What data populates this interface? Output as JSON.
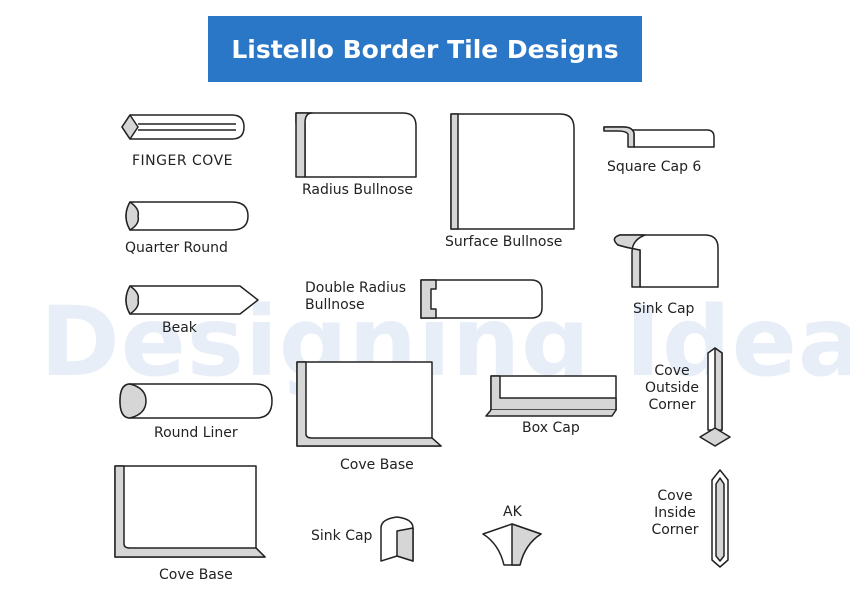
{
  "watermark": "Designing Idea",
  "title": "Listello Border Tile Designs",
  "colors": {
    "banner": "#2a77c8",
    "tile_fill": "#ffffff",
    "edge_fill": "#d6d6d6",
    "stroke": "#222222"
  },
  "labels": {
    "finger_cove": "FINGER COVE",
    "radius_bullnose": "Radius Bullnose",
    "surface_bullnose": "Surface Bullnose",
    "square_cap_6": "Square Cap 6",
    "quarter_round": "Quarter Round",
    "sink_cap": "Sink Cap",
    "double_radius_bullnose": "Double Radius\nBullnose",
    "beak": "Beak",
    "cove_base": "Cove Base",
    "box_cap": "Box Cap",
    "cove_outside_corner": "Cove\nOutside\nCorner",
    "round_liner": "Round Liner",
    "cove_base_2": "Cove Base",
    "sink_cap_2": "Sink Cap",
    "ak": "AK",
    "cove_inside_corner": "Cove\nInside\nCorner"
  }
}
